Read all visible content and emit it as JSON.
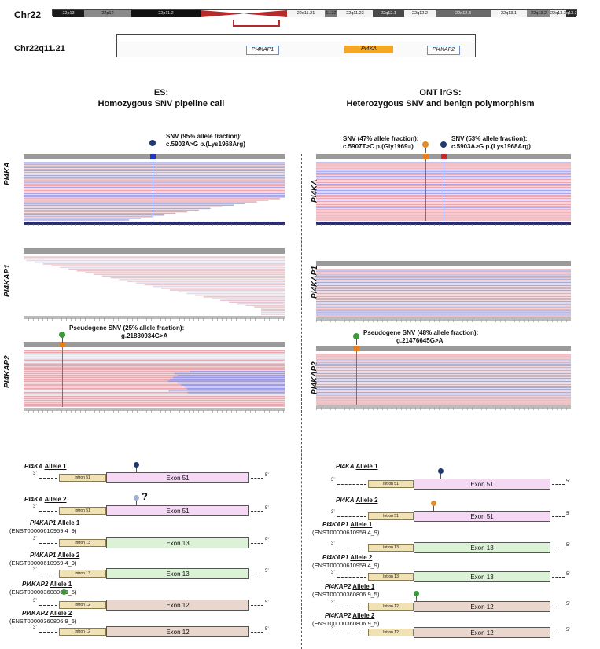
{
  "ideogram": {
    "chromosome": "Chr22",
    "bands": [
      "22p13",
      "22p12",
      "22p11.2",
      "22q11.21",
      "11.22",
      "22q11.23",
      "22q12.1",
      "22q12.2",
      "22q12.3",
      "22q13.1",
      "22q13.2",
      "22q13.31",
      "q13.33"
    ]
  },
  "region": {
    "label": "Chr22q11.21",
    "genes": [
      "PI4KAP1",
      "PI4KA",
      "PI4KAP2"
    ]
  },
  "colors": {
    "ref": "#e8a8b0",
    "alt": "#a7a7e8",
    "centromere": "#b52a2a",
    "highlight": "#f5a623"
  },
  "panels": {
    "es": {
      "title1": "ES:",
      "title2": "Homozygous SNV pipeline call",
      "tracks": [
        {
          "gene": "PI4KA",
          "annotation1": "SNV (95% allele fraction):",
          "annotation2": "c.5903A>G p.(Lys1968Arg)"
        },
        {
          "gene": "PI4KAP1"
        },
        {
          "gene": "PI4KAP2",
          "annotation1": "Pseudogene SNV (25% allele fraction):",
          "annotation2": "g.21830934G>A"
        }
      ]
    },
    "ont": {
      "title1": "ONT lrGS:",
      "title2": "Heterozygous SNV and benign polymorphism",
      "tracks": [
        {
          "gene": "PI4KA",
          "annotation1": "SNV (47% allele fraction):",
          "annotation2": "c.5907T>C p.(Gly1969=)",
          "annotation3": "SNV (53% allele fraction):",
          "annotation4": "c.5903A>G p.(Lys1968Arg)"
        },
        {
          "gene": "PI4KAP1"
        },
        {
          "gene": "PI4KAP2",
          "annotation1": "Pseudogene SNV (48% allele fraction):",
          "annotation2": "g.21476645G>A"
        }
      ]
    }
  },
  "alleles": {
    "es": [
      {
        "gene": "PI4KA",
        "allele": "Allele 1",
        "transcript": "",
        "intron": "Intron 51",
        "exon": "Exon 51"
      },
      {
        "gene": "PI4KA",
        "allele": "Allele 2",
        "transcript": "",
        "intron": "Intron 51",
        "exon": "Exon 51",
        "mark": "?"
      },
      {
        "gene": "PI4KAP1",
        "allele": "Allele 1",
        "transcript": "(ENST00000610959.4_9)",
        "intron": "Intron 13",
        "exon": "Exon 13"
      },
      {
        "gene": "PI4KAP1",
        "allele": "Allele 2",
        "transcript": "(ENST00000610959.4_9)",
        "intron": "Intron 13",
        "exon": "Exon 13"
      },
      {
        "gene": "PI4KAP2",
        "allele": "Allele 1",
        "transcript": "(ENST00000360806.9_5)",
        "intron": "Intron 12",
        "exon": "Exon 12"
      },
      {
        "gene": "PI4KAP2",
        "allele": "Allele 2",
        "transcript": "(ENST00000360806.9_5)",
        "intron": "Intron 12",
        "exon": "Exon 12"
      }
    ],
    "ont": [
      {
        "gene": "PI4KA",
        "allele": "Allele 1",
        "transcript": "",
        "intron": "Intron 51",
        "exon": "Exon 51"
      },
      {
        "gene": "PI4KA",
        "allele": "Allele 2",
        "transcript": "",
        "intron": "Intron 51",
        "exon": "Exon 51"
      },
      {
        "gene": "PI4KAP1",
        "allele": "Allele 1",
        "transcript": "(ENST00000610959.4_9)",
        "intron": "Intron 13",
        "exon": "Exon 13"
      },
      {
        "gene": "PI4KAP1",
        "allele": "Allele 2",
        "transcript": "(ENST00000610959.4_9)",
        "intron": "Intron 13",
        "exon": "Exon 13"
      },
      {
        "gene": "PI4KAP2",
        "allele": "Allele 1",
        "transcript": "(ENST00000360806.9_5)",
        "intron": "Intron 12",
        "exon": "Exon 12"
      },
      {
        "gene": "PI4KAP2",
        "allele": "Allele 2",
        "transcript": "(ENST00000360806.9_5)",
        "intron": "Intron 12",
        "exon": "Exon 12"
      }
    ],
    "end3": "3’",
    "end5": "5’"
  }
}
